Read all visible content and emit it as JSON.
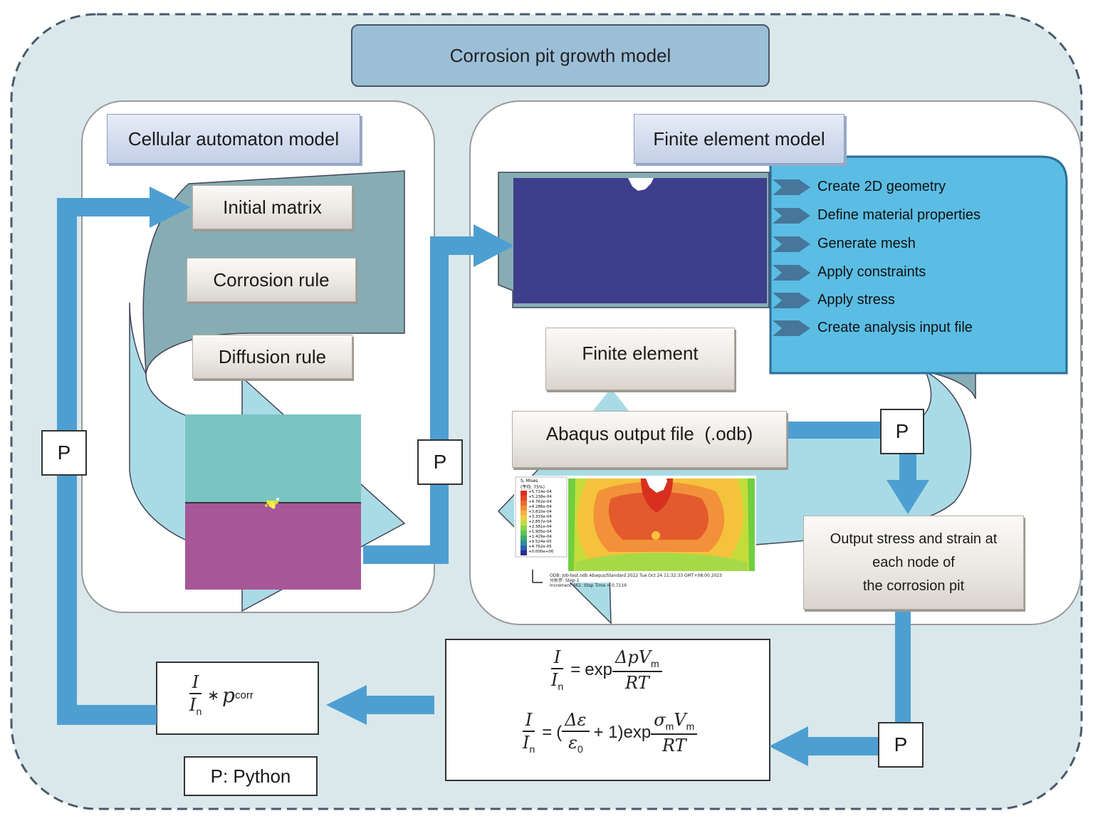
{
  "title": "Corrosion pit growth model",
  "ca_model": {
    "heading": "Cellular automaton model",
    "initial_matrix": "Initial matrix",
    "corrosion_rule": "Corrosion rule",
    "diffusion_rule": "Diffusion rule"
  },
  "fe_model": {
    "heading": "Finite element model",
    "steps": [
      "Create 2D geometry",
      "Define material  properties",
      "Generate mesh",
      "Apply constraints",
      "Apply stress",
      "Create analysis  input file"
    ],
    "finite_element": "Finite element",
    "abaqus_output": "Abaqus output file  (.odb)",
    "output_stress": [
      "Output stress and strain at",
      "each node of",
      "the corrosion pit"
    ]
  },
  "contour": {
    "legend_title": "S, Mises",
    "legend_sub": "(平均: 75%)",
    "legend_values": [
      "+5.714e-04",
      "+5.238e-04",
      "+4.762e-04",
      "+4.286e-04",
      "+3.810e-04",
      "+3.333e-04",
      "+2.857e-04",
      "+2.381e-04",
      "+1.905e-04",
      "+1.429e-04",
      "+9.524e-05",
      "+4.762e-05",
      "+0.000e+00"
    ],
    "footer_line1": "ODB: Job-test.odb    Abaqus/Standard 2022     Tue Oct 24 11:32:33 GMT+08:00 2023",
    "footer_line2": "分析步: Step-1",
    "footer_line3": "Increment     461: Step Time =    0.7119",
    "colors": [
      "#d7301f",
      "#e4492a",
      "#ec6a2e",
      "#f28e35",
      "#f7b23b",
      "#e8d13f",
      "#c3dd3e",
      "#8fd24a",
      "#5fc25a",
      "#3dab6b",
      "#2a8f9a",
      "#2b5fb6",
      "#2a2f8f"
    ]
  },
  "p_label": "P",
  "legend_python": "P: Python",
  "equations": {
    "eq1": {
      "lhs_num": "I",
      "lhs_den": "I",
      "lhs_den_sub": "n",
      "exp": "exp",
      "num": "ΔpV",
      "num_sub": "m",
      "den": "RT"
    },
    "eq2": {
      "lhs_num": "I",
      "lhs_den": "I",
      "lhs_den_sub": "n",
      "paren_open": "(",
      "inner_num": "Δε",
      "inner_den": "ε",
      "inner_den_sub": "0",
      "plus_one": "+ 1)",
      "exp": "exp",
      "num_sigma": "σ",
      "num_sigma_sub": "m",
      "num_v": "V",
      "num_v_sub": "m",
      "den": "RT"
    },
    "feedback": {
      "num": "I",
      "den": "I",
      "den_sub": "n",
      "star": "∗",
      "p": "p",
      "p_sub": "corr"
    }
  },
  "colors": {
    "outer_bg": "#dae8ec",
    "dashed_border": "#4a5a6c",
    "arrow_blue": "#4e9fd1",
    "fe_panel": "#5bbde4",
    "mesh_dark": "#3d3e8c",
    "ca_top": "#79c4c2",
    "ca_bottom": "#a75697",
    "ribbon_light": "#a9dbe6",
    "ribbon_dark": "#87adb4"
  }
}
